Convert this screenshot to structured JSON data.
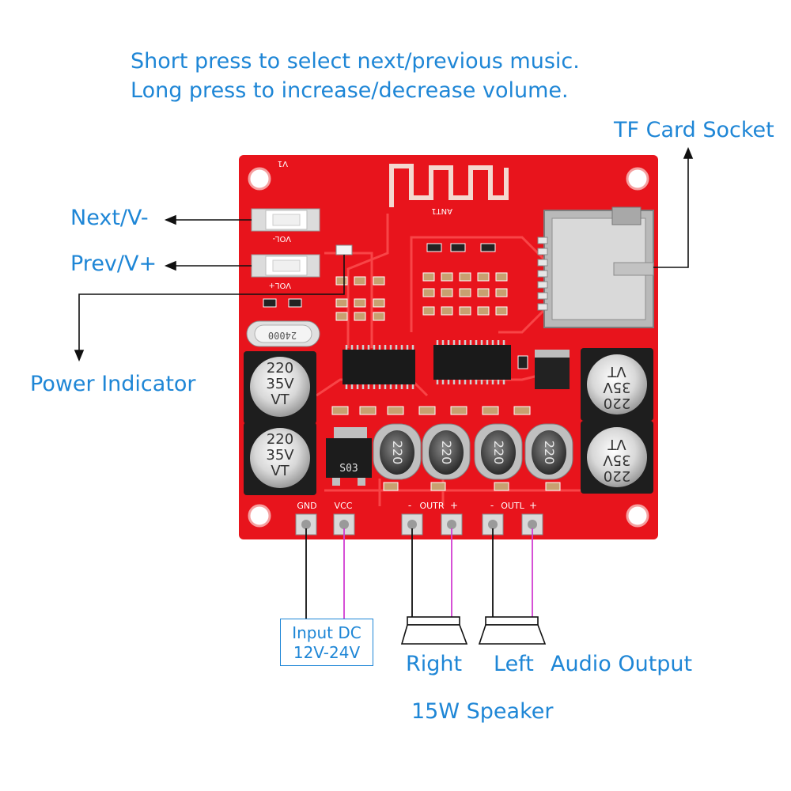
{
  "instructions": {
    "line1": "Short press to select next/previous music.",
    "line2": "Long press to increase/decrease volume."
  },
  "callouts": {
    "tf_card_socket": "TF Card Socket",
    "next_vol_down": "Next/V-",
    "prev_vol_up": "Prev/V+",
    "power_indicator": "Power Indicator"
  },
  "input": {
    "line1": "Input DC",
    "line2": "12V-24V"
  },
  "outputs": {
    "right": "Right",
    "left": "Left",
    "audio_output": "Audio Output",
    "speaker": "15W Speaker"
  },
  "board": {
    "silk_v1": "V1",
    "silk_ant": "ANT1",
    "silk_vol_minus": "VOL-",
    "silk_vol_plus": "VOL+",
    "crystal_marking": "24000",
    "regulator_marking": "S03",
    "inductor_marking": "220",
    "cap_line1": "220",
    "cap_line2": "35V",
    "cap_line3": "VT",
    "pin_gnd": "GND",
    "pin_vcc": "VCC",
    "pin_outr": "OUTR",
    "pin_outl": "OUTL",
    "minus": "-",
    "plus": "+"
  },
  "colors": {
    "label_blue": "#1e86d6",
    "pcb_red": "#e8141c",
    "wire_black": "#111111",
    "wire_magenta": "#d23cd2"
  }
}
